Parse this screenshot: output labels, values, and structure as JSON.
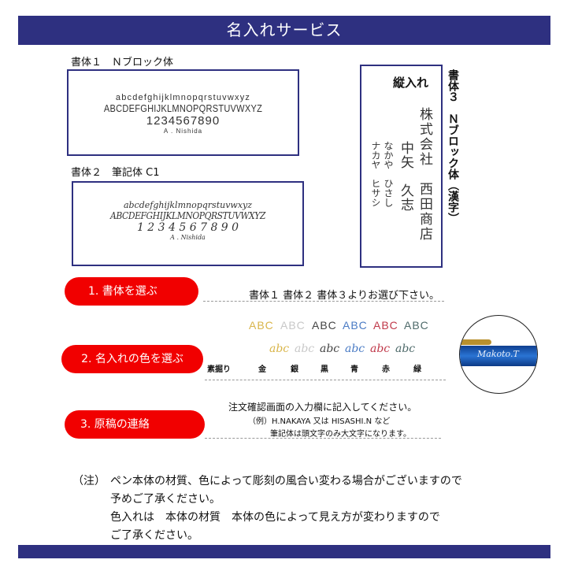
{
  "header": {
    "title": "名入れサービス"
  },
  "font1": {
    "label": "書体１　Ｎブロック体",
    "lines": [
      "abcdefghijklmnopqrstuvwxyz",
      "ABCDEFGHIJKLMNOPQRSTUVWXYZ",
      "1234567890",
      "A . Nishida"
    ]
  },
  "font2": {
    "label": "書体２　筆記体 C1",
    "lines": [
      "abcdefghijklmnopqrstuvwxyz",
      "ABCDEFGHIJKLMNOPQRSTUVWXYZ",
      "1 2 3 4 5 6 7 8 9 0",
      "A . Nishida"
    ]
  },
  "font3": {
    "label": "書体３　Ｎブロック体（漢字）",
    "title": "縦入れ",
    "columns": [
      "株式会社　西田商店",
      "中矢　久志",
      "なかや　ひさし",
      "ナカヤ　ヒサシ"
    ]
  },
  "steps": [
    {
      "label": "1.  書体を選ぶ",
      "desc": "書体１ 書体２ 書体３よりお選び下さい。"
    },
    {
      "label": "2. 名入れの色を選ぶ",
      "desc": ""
    },
    {
      "label": "3. 原稿の連絡",
      "desc": "注文確認画面の入力欄に記入してください。",
      "example": "（例）H.NAKAYA 又は HISASHI.N など",
      "note": "筆記体は頭文字のみ大文字になります。"
    }
  ],
  "colors": {
    "block_sample": "ABC",
    "script_sample": "abc",
    "names": [
      "素掘り",
      "金",
      "銀",
      "黒",
      "青",
      "赤",
      "緑"
    ],
    "swatches": [
      "#d9b54a",
      "#c8c8c8",
      "#444444",
      "#4a7bc4",
      "#c0394a",
      "#4e6a6a"
    ]
  },
  "pen_image": {
    "engraving": "Makoto.T",
    "body_color": "#1d5bb8"
  },
  "notes": {
    "prefix": "（注）",
    "lines": [
      "ペン本体の材質、色によって彫刻の風合い変わる場合がございますので",
      "予めご了承ください。",
      "色入れは　本体の材質　本体の色によって見え方が変わりますので",
      "ご了承ください。"
    ]
  }
}
